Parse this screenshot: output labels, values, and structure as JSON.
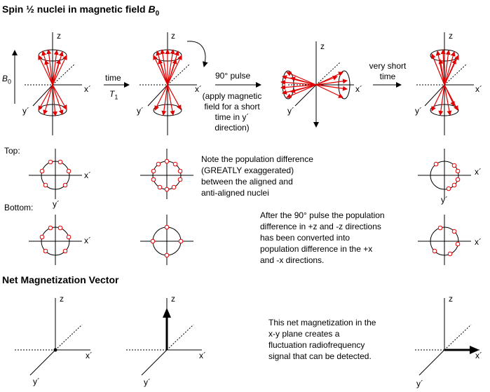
{
  "title_main": "Spin ½ nuclei in magnetic field ",
  "title_sym": "B",
  "title_sub": "0",
  "b0": {
    "sym": "B",
    "sub": "0"
  },
  "axis": {
    "z": "z",
    "x": "x´",
    "y": "y´"
  },
  "arrow_time": {
    "label": "time",
    "sym": "T",
    "sub": "1"
  },
  "arrow_pulse": {
    "label": "90° pulse",
    "note": [
      "(apply magnetic",
      "field for a short",
      "time in y´",
      "direction)"
    ]
  },
  "arrow_short": {
    "lines": [
      "very short",
      "time"
    ]
  },
  "top_label": "Top:",
  "bottom_label": "Bottom:",
  "note_population": [
    "Note the population difference",
    "(GREATLY exaggerated)",
    "between the aligned and",
    "anti-aligned nuclei"
  ],
  "note_after": [
    "After the 90° pulse the population",
    "difference in +z and -z directions",
    "has been converted into",
    "population difference in the +x",
    "and -x directions."
  ],
  "net_title": "Net Magnetization Vector",
  "note_net": [
    "This net magnetization in the",
    "x-y plane creates a",
    "fluctuation radiofrequency",
    "signal that can be detected."
  ],
  "colors": {
    "vector": "#e00000",
    "ink": "#000000",
    "background": "#ffffff"
  }
}
